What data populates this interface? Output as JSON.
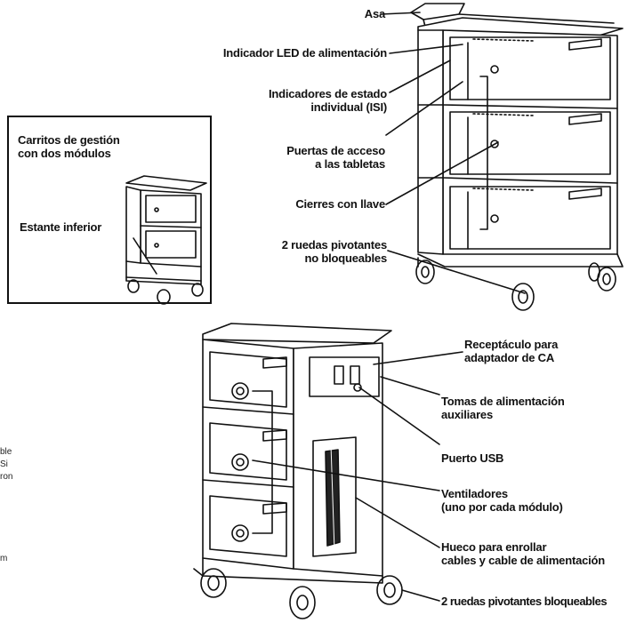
{
  "top_fragment": "",
  "callouts_top": {
    "handle": "Asa",
    "power_led": "Indicador LED de alimentación",
    "isi_line1": "Indicadores de estado",
    "isi_line2": "individual (ISI)",
    "doors_line1": "Puertas de acceso",
    "doors_line2": "a las tabletas",
    "locks": "Cierres con llave",
    "wheels_line1": "2 ruedas pivotantes",
    "wheels_line2": "no bloqueables"
  },
  "inset": {
    "title_line1": "Carritos de gestión",
    "title_line2": "con dos módulos",
    "shelf": "Estante inferior"
  },
  "callouts_bottom": {
    "ac_line1": "Receptáculo para",
    "ac_line2": "adaptador de CA",
    "aux_line1": "Tomas de alimentación",
    "aux_line2": "auxiliares",
    "usb": "Puerto USB",
    "fans_line1": "Ventiladores",
    "fans_line2": "(uno por cada módulo)",
    "coil_line1": "Hueco para enrollar",
    "coil_line2": "cables y cable de alimentación",
    "locking_wheels": "2 ruedas pivotantes bloqueables"
  },
  "left_fragments": {
    "line1": "ble",
    "line2": "Si",
    "line3": "ron",
    "line4": "m"
  }
}
